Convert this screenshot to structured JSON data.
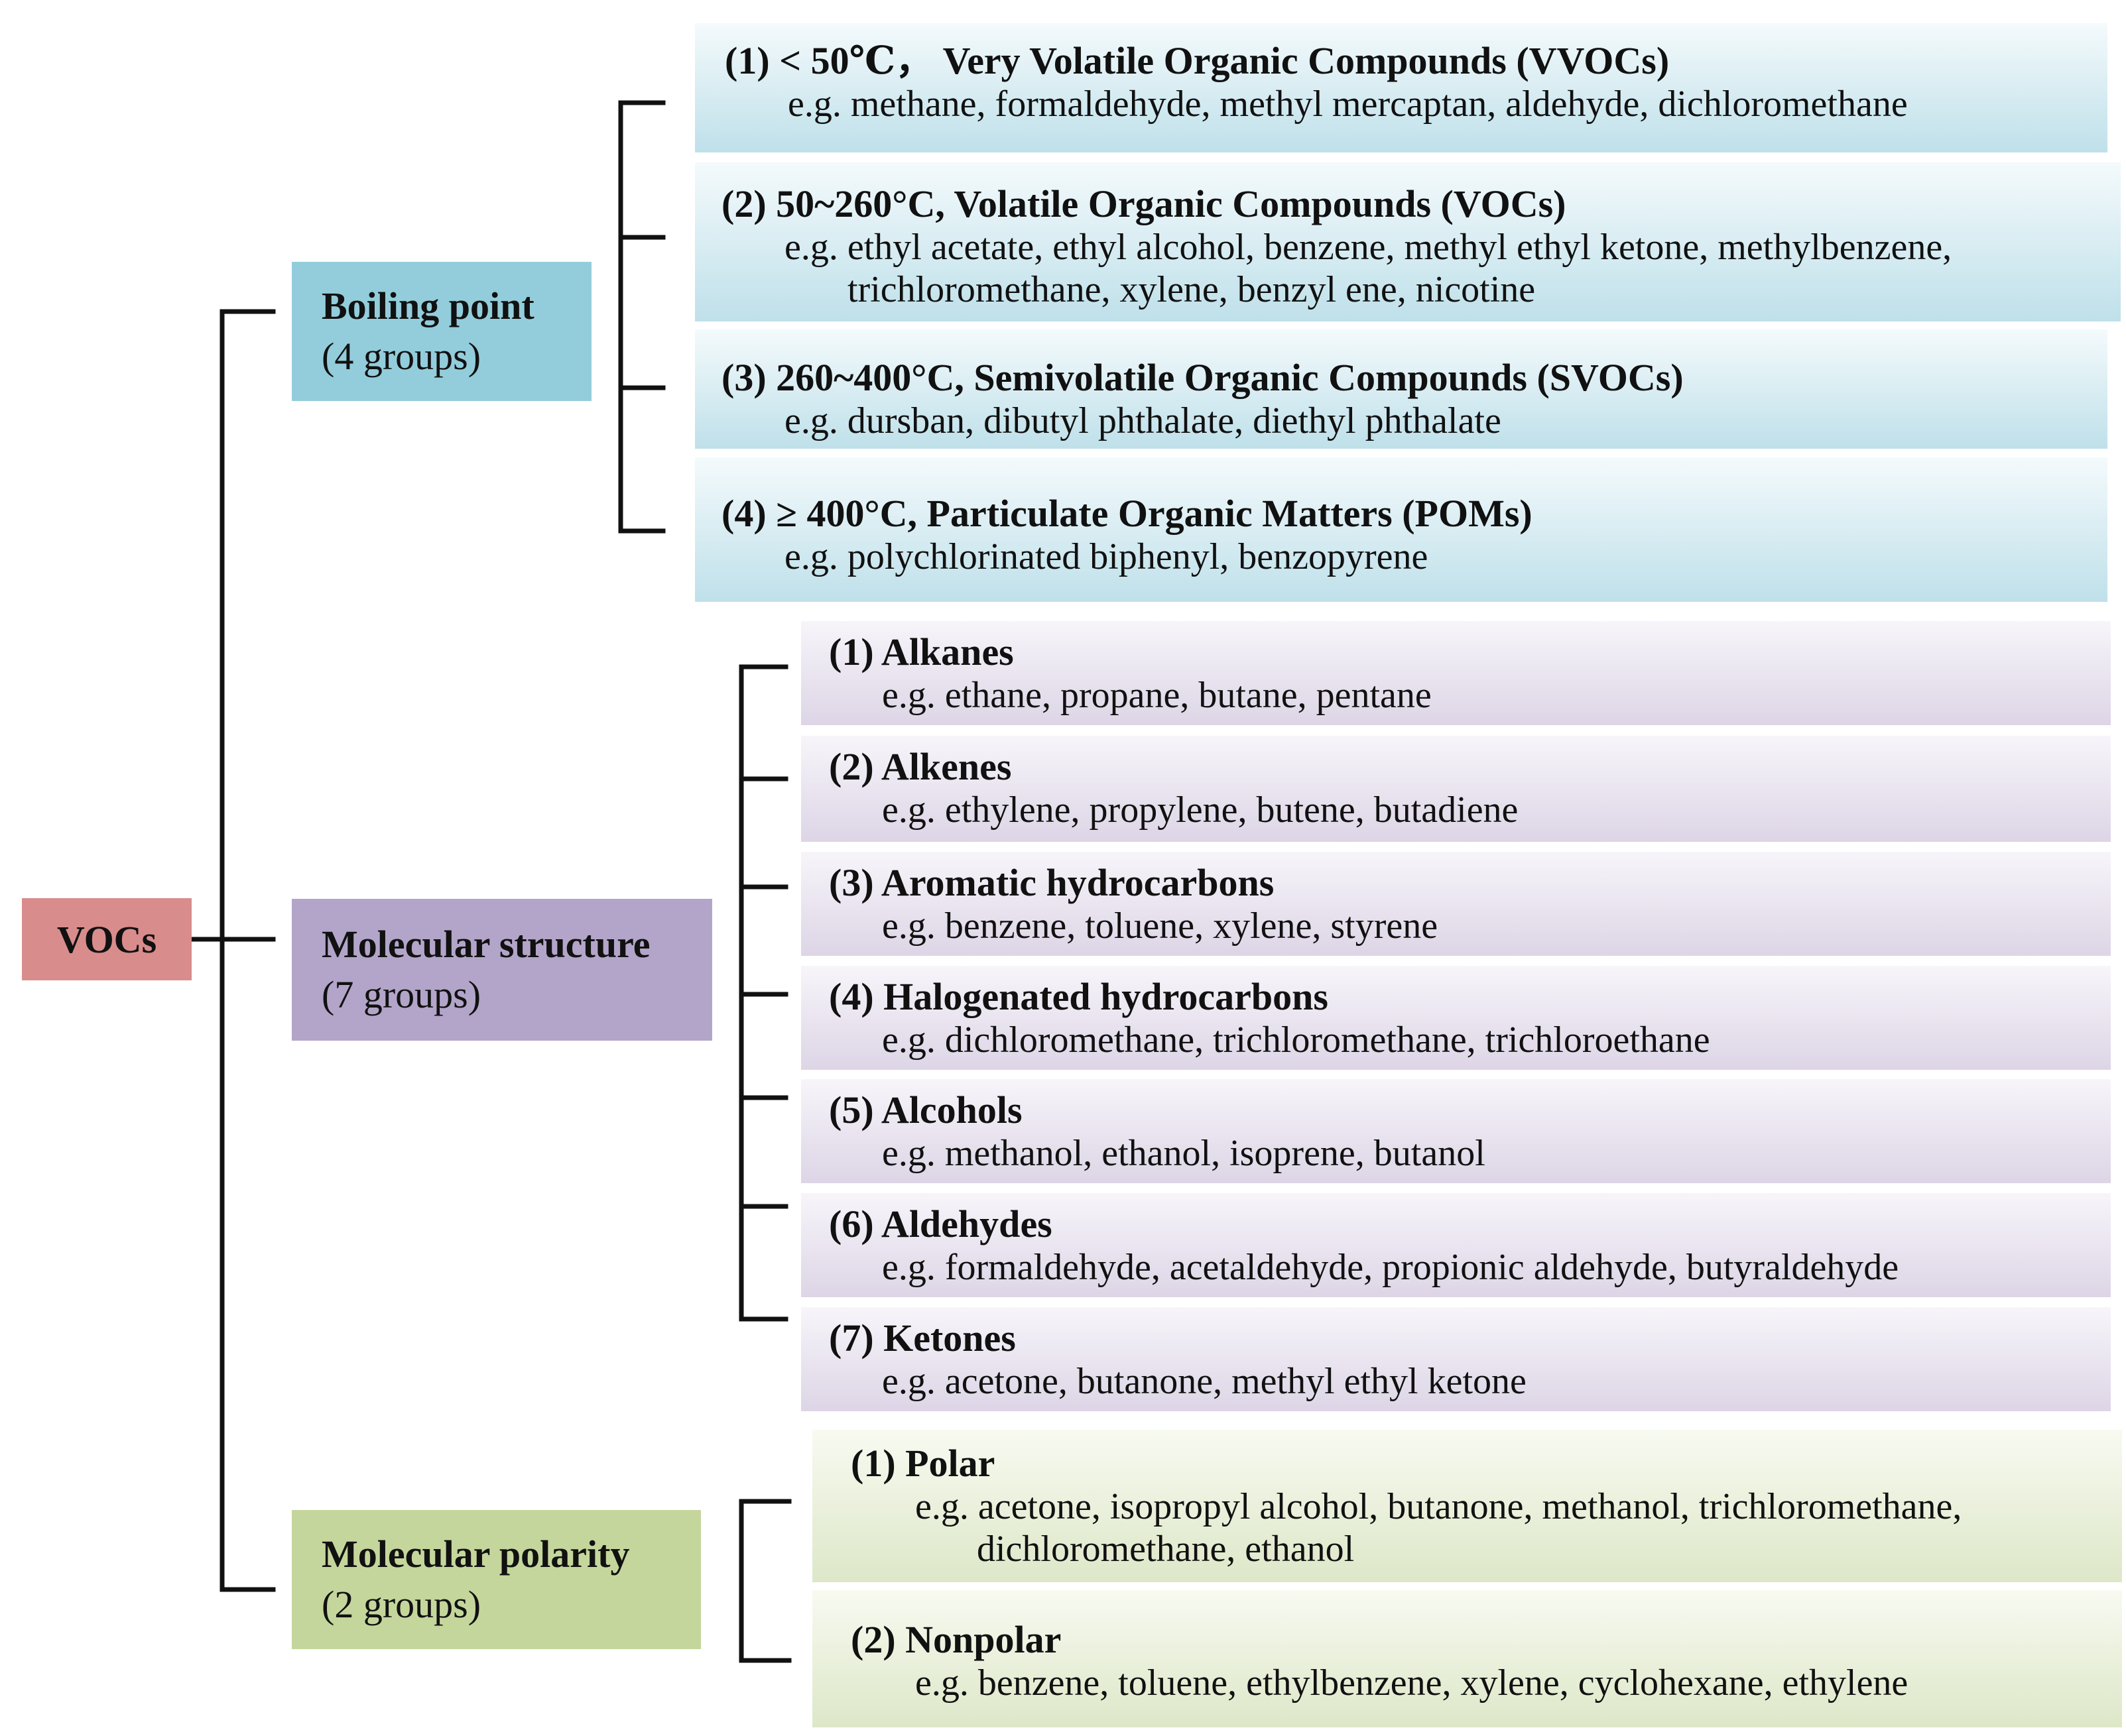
{
  "root": {
    "label": "VOCs"
  },
  "categories": [
    {
      "title": "Boiling point",
      "subtitle": "(4 groups)",
      "color": "#93CDDB",
      "items": [
        {
          "head": "(1) < 50℃，  Very Volatile Organic Compounds (VVOCs)",
          "examples": "e.g. methane, formaldehyde, methyl mercaptan, aldehyde, dichloromethane",
          "examples2": ""
        },
        {
          "head": "(2) 50~260°C,   Volatile Organic Compounds (VOCs)",
          "examples": "e.g. ethyl acetate, ethyl alcohol, benzene, methyl ethyl ketone, methylbenzene,",
          "examples2": "trichloromethane, xylene, benzyl ene, nicotine"
        },
        {
          "head": "(3) 260~400°C,   Semivolatile Organic Compounds (SVOCs)",
          "examples": "e.g. dursban, dibutyl phthalate, diethyl phthalate",
          "examples2": ""
        },
        {
          "head": "(4) ≥  400°C,   Particulate Organic Matters (POMs)",
          "examples": "e.g. polychlorinated biphenyl, benzopyrene",
          "examples2": ""
        }
      ]
    },
    {
      "title": "Molecular structure",
      "subtitle": "(7 groups)",
      "color": "#B3A5C9",
      "items": [
        {
          "head": "(1) Alkanes",
          "examples": "e.g. ethane, propane, butane, pentane",
          "examples2": ""
        },
        {
          "head": "(2) Alkenes",
          "examples": "e.g. ethylene, propylene, butene, butadiene",
          "examples2": ""
        },
        {
          "head": "(3) Aromatic hydrocarbons",
          "examples": "e.g. benzene, toluene, xylene, styrene",
          "examples2": ""
        },
        {
          "head": "(4) Halogenated hydrocarbons",
          "examples": "e.g. dichloromethane, trichloromethane, trichloroethane",
          "examples2": ""
        },
        {
          "head": "(5) Alcohols",
          "examples": "e.g. methanol, ethanol, isoprene, butanol",
          "examples2": ""
        },
        {
          "head": "(6) Aldehydes",
          "examples": "e.g. formaldehyde, acetaldehyde, propionic aldehyde, butyraldehyde",
          "examples2": ""
        },
        {
          "head": "(7) Ketones",
          "examples": "e.g. acetone, butanone, methyl ethyl ketone",
          "examples2": ""
        }
      ]
    },
    {
      "title": "Molecular polarity",
      "subtitle": "(2 groups)",
      "color": "#C5D69C",
      "items": [
        {
          "head": "(1) Polar",
          "examples": "e.g. acetone, isopropyl alcohol, butanone, methanol, trichloromethane,",
          "examples2": "dichloromethane, ethanol"
        },
        {
          "head": "(2) Nonpolar",
          "examples": "e.g. benzene, toluene, ethylbenzene, xylene, cyclohexane, ethylene",
          "examples2": ""
        }
      ]
    }
  ],
  "colors": {
    "root": "#D98C8C",
    "line": "#111111",
    "boiling_leaf_top": "#F4FAFC",
    "boiling_leaf_bottom": "#BFE0EA",
    "structure_leaf_top": "#F7F5FA",
    "structure_leaf_bottom": "#DDD5E6",
    "polarity_leaf_top": "#F8FAF1",
    "polarity_leaf_bottom": "#DDE7C8"
  }
}
